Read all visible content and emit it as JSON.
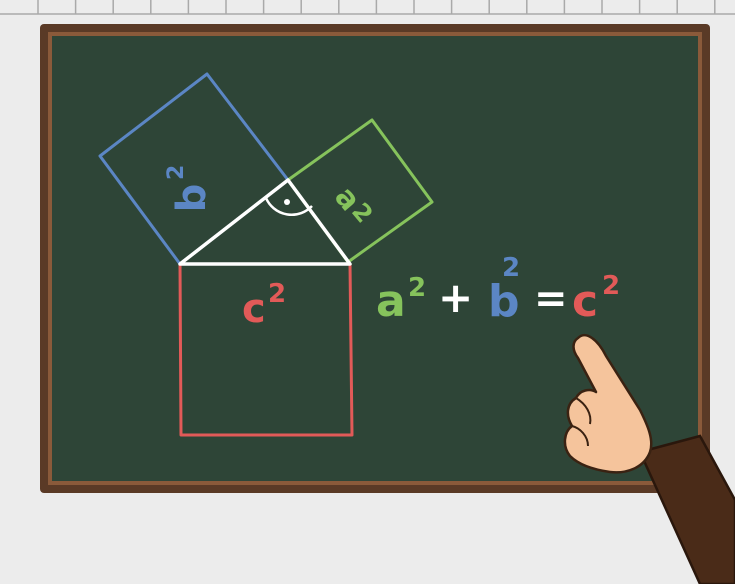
{
  "labels": {
    "square_b": "b",
    "square_a": "a",
    "square_c": "c",
    "exponent": "2",
    "eq_a": "a",
    "eq_plus": "+",
    "eq_b": "b",
    "eq_equals": "=",
    "eq_c": "c"
  },
  "colors": {
    "board": "#2e4537",
    "frame": "#5a3a26",
    "frame_inner": "#8a5a3a",
    "wall": "#ececec",
    "blue": "#5b86c4",
    "green": "#86c35c",
    "red": "#e25a58",
    "white": "#ffffff",
    "skin": "#f5c49c",
    "sleeve": "#4a2b18"
  }
}
